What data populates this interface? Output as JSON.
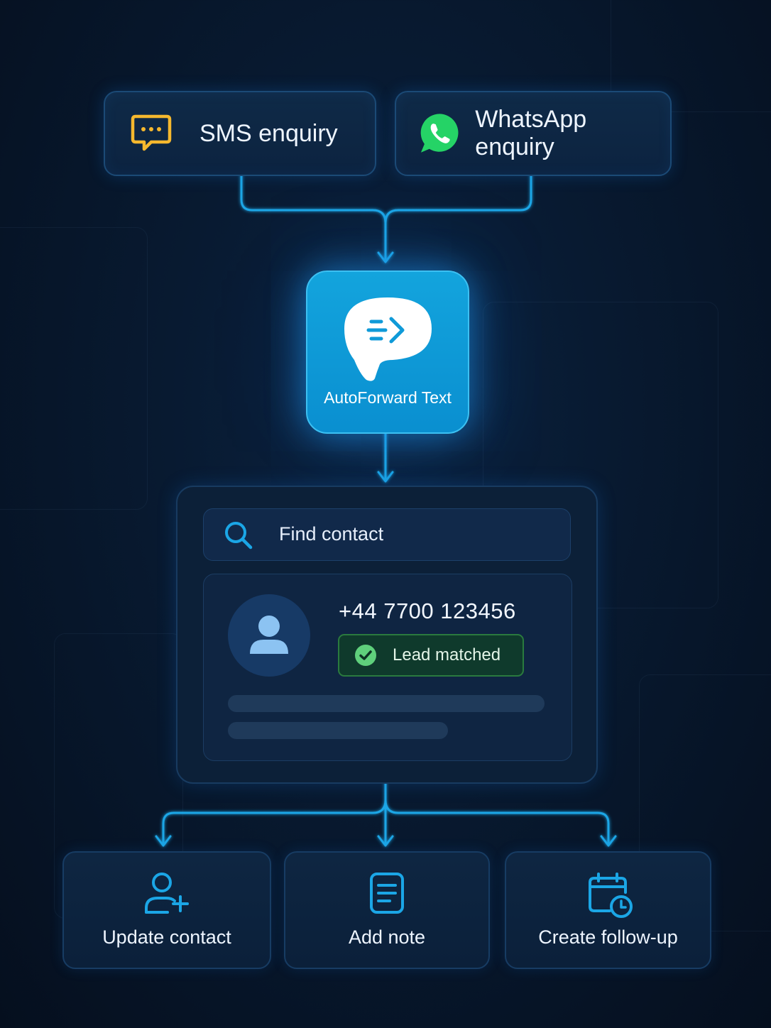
{
  "sources": [
    {
      "label": "SMS enquiry",
      "icon": "chat-bubble-icon"
    },
    {
      "label": "WhatsApp enquiry",
      "icon": "whatsapp-icon"
    }
  ],
  "hub": {
    "label": "AutoForward Text",
    "icon": "autoforward-logo-icon"
  },
  "lookup": {
    "search_placeholder": "Find contact",
    "contact": {
      "phone": "+44 7700 123456",
      "status": "Lead matched"
    }
  },
  "actions": [
    {
      "label": "Update contact",
      "icon": "add-user-icon"
    },
    {
      "label": "Add note",
      "icon": "note-icon"
    },
    {
      "label": "Create follow-up",
      "icon": "calendar-clock-icon"
    }
  ],
  "colors": {
    "accent": "#1ba6e6",
    "sms_icon": "#f5b82e",
    "whatsapp": "#25d366",
    "success": "#2fbf5a"
  }
}
